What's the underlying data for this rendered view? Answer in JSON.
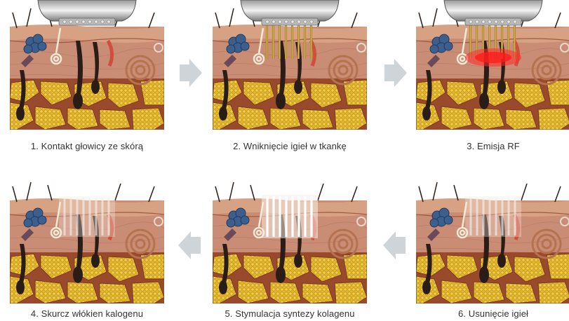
{
  "steps": [
    {
      "label": "1. Kontakt głowicy ze skórą"
    },
    {
      "label": "2. Wniknięcie igieł w tkankę"
    },
    {
      "label": "3. Emisja RF"
    },
    {
      "label": "4. Skurcz włókien kalogenu"
    },
    {
      "label": "5. Stymulacja syntezy kolagenu"
    },
    {
      "label": "6. Usunięcie igieł"
    }
  ],
  "colors": {
    "epidermis": "#d7a184",
    "dermis": "#c98c74",
    "fat": "#e2b52c",
    "fat_gap": "#9a4a2c",
    "hair": "#2a1d17",
    "rf": "#ff2b2b",
    "arrow": "#cfd4d8",
    "caption": "#333333"
  },
  "icons": [
    "arrow-right-icon",
    "arrow-left-icon"
  ]
}
